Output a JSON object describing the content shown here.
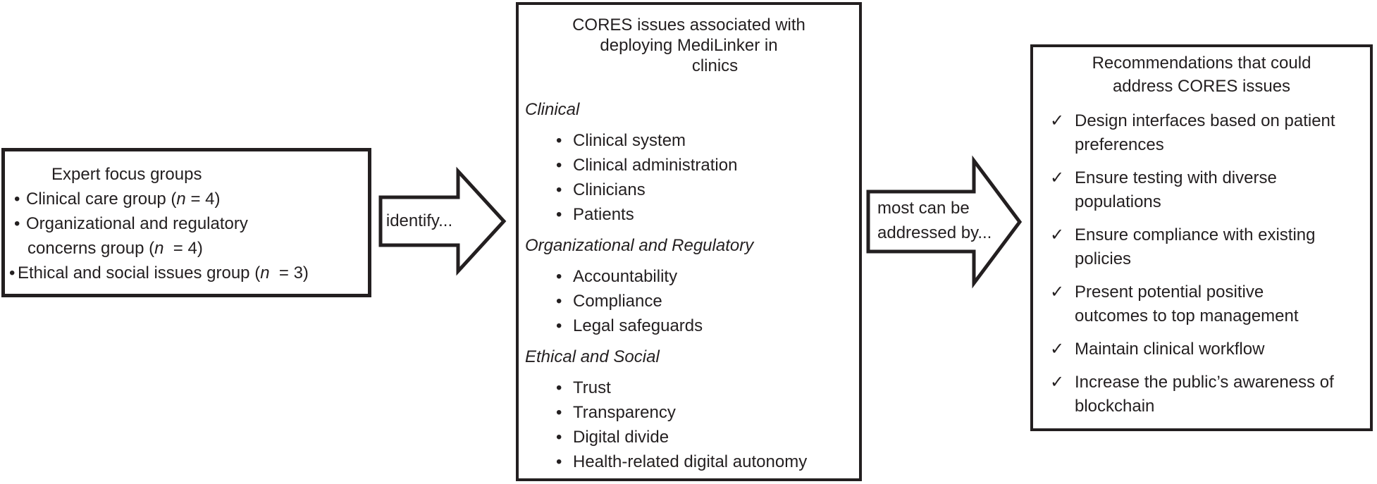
{
  "colors": {
    "ink": "#231f20",
    "background": "#ffffff"
  },
  "left_box": {
    "title": "Expert focus groups",
    "bullet_char": "•",
    "items": [
      {
        "prefix": "Clinical care group (",
        "var": "n",
        "suffix": " = 4)"
      },
      {
        "line1": "Organizational and regulatory",
        "line2_prefix": "concerns group (",
        "var": "n",
        "suffix": "  = 4)"
      },
      {
        "prefix": "Ethical and social issues group (",
        "var": "n",
        "suffix": "  = 3)"
      }
    ]
  },
  "arrow1": {
    "label": "identify..."
  },
  "arrow2": {
    "label_lines": [
      "most can be",
      "addressed by..."
    ]
  },
  "middle_box": {
    "title_lines": [
      "CORES issues associated with",
      "deploying MediLinker in",
      "clinics"
    ],
    "bullet_char": "•",
    "sections": [
      {
        "heading": "Clinical",
        "items": [
          "Clinical system",
          "Clinical administration",
          "Clinicians",
          "Patients"
        ]
      },
      {
        "heading": "Organizational and Regulatory",
        "items": [
          "Accountability",
          "Compliance",
          "Legal safeguards"
        ]
      },
      {
        "heading": "Ethical and Social",
        "items": [
          "Trust",
          "Transparency",
          "Digital divide",
          "Health-related digital autonomy"
        ]
      }
    ]
  },
  "right_box": {
    "title_lines": [
      "Recommendations that could",
      "address CORES issues"
    ],
    "check_char": "✓",
    "items": [
      {
        "lines": [
          "Design interfaces based on patient",
          "preferences"
        ]
      },
      {
        "lines": [
          "Ensure testing with diverse",
          "populations"
        ]
      },
      {
        "lines": [
          "Ensure compliance with existing",
          "policies"
        ]
      },
      {
        "lines": [
          "Present potential positive",
          "outcomes to top management"
        ]
      },
      {
        "lines": [
          "Maintain clinical workflow"
        ]
      },
      {
        "lines": [
          "Increase the public’s awareness of",
          "blockchain"
        ]
      }
    ]
  }
}
